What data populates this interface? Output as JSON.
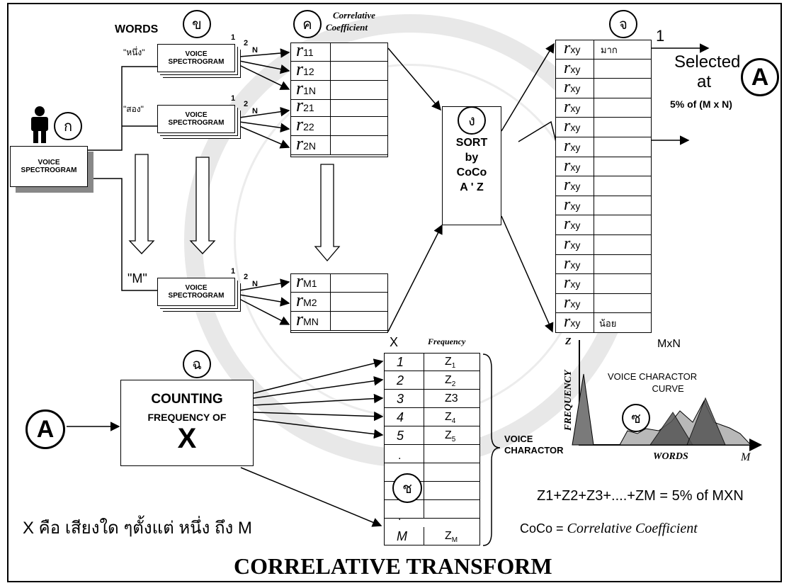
{
  "title": "CORRELATIVE TRANSFORM",
  "labels": {
    "words": "WORDS",
    "correlative_coefficient_1": "Correlative",
    "correlative_coefficient_2": "Coefficient",
    "voice_spectrogram_1": "VOICE",
    "voice_spectrogram_2": "SPECTROGRAM",
    "word1": "\"หนึ่ง\"",
    "word2": "\"สอง\"",
    "wordM": "\"M\"",
    "num1": "1",
    "num2": "2",
    "numN": "N",
    "sort": [
      "SORT",
      "by",
      "CoCo",
      "A ' Z"
    ],
    "out_one": "1",
    "selected": [
      "Selected",
      "at",
      "5% of (M x N)"
    ],
    "mak": "มาก",
    "noi": "น้อย",
    "rxy": "r",
    "rxy_sub": "xy",
    "mxn": "MxN",
    "counting": [
      "COUNTING",
      "FREQUENCY OF",
      "X"
    ],
    "x_head": "X",
    "freq_head": "Frequency",
    "dot": ".",
    "voice_charactor": [
      "VOICE",
      "CHARACTOR"
    ],
    "voice_curve": [
      "VOICE CHARACTOR",
      "CURVE"
    ],
    "frequency_axis": "FREQUENCY",
    "z_axis": "Z",
    "words_axis": "WORDS",
    "m_axis": "M",
    "thai_note": "X คือ เสียงใด ๆตั้งแต่ หนึ่ง ถึง M",
    "sum_formula": "Z1+Z2+Z3+....+ZM = 5% of MXN",
    "coco_note_a": "CoCo = ",
    "coco_note_b": "Correlative Coefficient",
    "A": "A"
  },
  "markers": {
    "ko": "ก",
    "kho": "ข",
    "kho_kwai": "ค",
    "ngo": "ง",
    "cho": "จ",
    "cho_ching": "ฉ",
    "cho_chang": "ช",
    "so": "ซ"
  },
  "r_groups": [
    [
      {
        "base": "r",
        "sub": "11"
      },
      {
        "base": "r",
        "sub": "12"
      },
      {
        "base": "r",
        "sub": "1N"
      }
    ],
    [
      {
        "base": "r",
        "sub": "21"
      },
      {
        "base": "r",
        "sub": "22"
      },
      {
        "base": "r",
        "sub": "2N"
      }
    ],
    [
      {
        "base": "r",
        "sub": "M1"
      },
      {
        "base": "r",
        "sub": "M2"
      },
      {
        "base": "r",
        "sub": "MN"
      }
    ]
  ],
  "freq_table": [
    {
      "x": "1",
      "z": "Z",
      "zsub": "1"
    },
    {
      "x": "2",
      "z": "Z",
      "zsub": "2"
    },
    {
      "x": "3",
      "z": "Z3",
      "zsub": ""
    },
    {
      "x": "4",
      "z": "Z",
      "zsub": "4"
    },
    {
      "x": "5",
      "z": "Z",
      "zsub": "5"
    },
    {
      "x": "M",
      "z": "Z",
      "zsub": "M"
    }
  ]
}
